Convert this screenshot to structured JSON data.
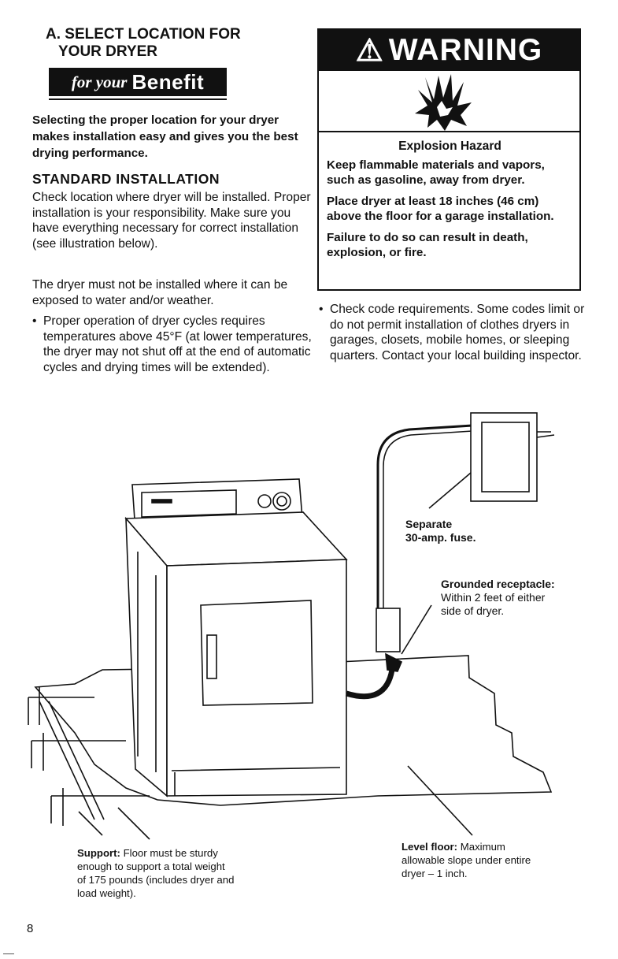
{
  "section": {
    "title_line1": "A. SELECT LOCATION FOR",
    "title_line2": "YOUR DRYER"
  },
  "benefit_banner": {
    "for_your": "for your",
    "benefit": "Benefit"
  },
  "intro": "Selecting the proper location for your dryer makes installation easy and gives you the best drying performance.",
  "standard": {
    "title": "STANDARD INSTALLATION",
    "paragraph1": "Check location where dryer will be installed. Proper installation is your responsibility. Make sure you have everything necessary for correct installation (see illustration below).",
    "paragraph2": "The dryer must not be installed where it can be exposed to water and/or weather.",
    "bullet1": "Proper operation of dryer cycles requires temperatures above 45°F (at lower temperatures, the dryer may not shut off at the end of automatic cycles and drying times will be extended)."
  },
  "warning": {
    "symbol": "⚠",
    "label": "WARNING",
    "hazard": "Explosion Hazard",
    "line1": "Keep flammable materials and vapors, such as gasoline, away from dryer.",
    "line2": "Place dryer at least 18 inches (46 cm) above the floor for a garage installation.",
    "line3": "Failure to do so can result in death, explosion, or fire."
  },
  "bullet2": "Check code requirements. Some codes limit or do not permit installation of clothes dryers in garages, closets, mobile homes, or sleeping quarters. Contact your local building inspector.",
  "illustration": {
    "fuse_label_1": "Separate",
    "fuse_label_2": "30-amp. fuse.",
    "receptacle_title": "Grounded receptacle:",
    "receptacle_text_1": "Within 2 feet of either",
    "receptacle_text_2": "side of dryer.",
    "support_title": "Support:",
    "support_text": "Floor must be sturdy enough to support a total weight of 175 pounds (includes dryer and load weight).",
    "level_title": "Level floor:",
    "level_text": "Maximum allowable slope under entire dryer – 1 inch."
  },
  "page_number": "8"
}
